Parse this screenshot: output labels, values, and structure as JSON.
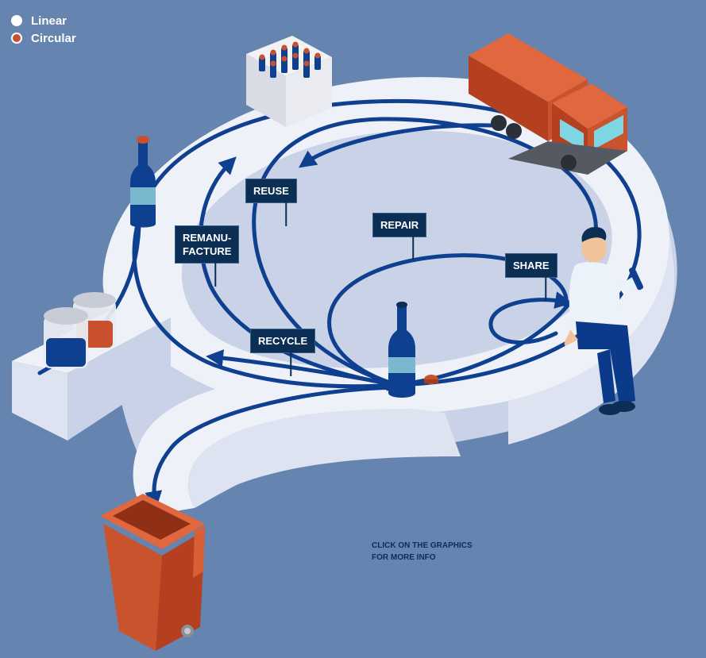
{
  "legend": {
    "items": [
      {
        "label": "Linear",
        "color": "#ffffff"
      },
      {
        "label": "Circular",
        "color": "#c8502c"
      }
    ]
  },
  "labels": {
    "reuse": "REUSE",
    "repair": "REPAIR",
    "remanufacture": "REMANU-\nFACTURE",
    "share": "SHARE",
    "recycle": "RECYCLE"
  },
  "hint": "CLICK ON THE GRAPHICS\nFOR MORE INFO",
  "colors": {
    "background": "#6684b0",
    "track_top": "#eef1f8",
    "track_side": "#c9d2e6",
    "arrow": "#0f3f8f",
    "label_bg": "#0b2e55",
    "accent": "#c8502c"
  },
  "icons": [
    "bottle-crate-icon",
    "delivery-truck-icon",
    "bottle-icon",
    "jars-icon",
    "person-with-bottle-icon",
    "bottle-cap-icon",
    "waste-bin-icon",
    "arrowhead-icon"
  ]
}
